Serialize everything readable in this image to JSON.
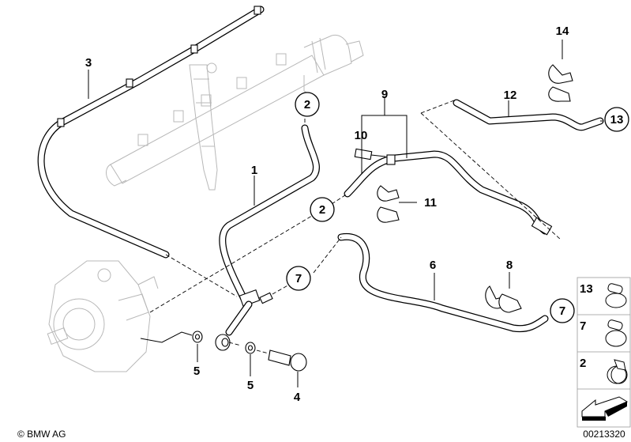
{
  "diagram": {
    "title": "Fuel / leak-off hose lines with high pressure pump and rail",
    "part_labels": [
      {
        "id": "p1",
        "text": "1"
      },
      {
        "id": "p3",
        "text": "3"
      },
      {
        "id": "p4",
        "text": "4"
      },
      {
        "id": "p5a",
        "text": "5"
      },
      {
        "id": "p5b",
        "text": "5"
      },
      {
        "id": "p6",
        "text": "6"
      },
      {
        "id": "p8",
        "text": "8"
      },
      {
        "id": "p9",
        "text": "9"
      },
      {
        "id": "p10",
        "text": "10"
      },
      {
        "id": "p11",
        "text": "11"
      },
      {
        "id": "p12",
        "text": "12"
      },
      {
        "id": "p14",
        "text": "14"
      }
    ],
    "circled_labels": [
      {
        "id": "c2a",
        "text": "2"
      },
      {
        "id": "c2b",
        "text": "2"
      },
      {
        "id": "c7a",
        "text": "7"
      },
      {
        "id": "c7b",
        "text": "7"
      },
      {
        "id": "c13",
        "text": "13"
      }
    ],
    "legend": {
      "items": [
        {
          "number": "13",
          "icon": "hose-clamp-screw-icon"
        },
        {
          "number": "7",
          "icon": "hose-clamp-screw-icon"
        },
        {
          "number": "2",
          "icon": "hose-clamp-spring-icon"
        }
      ],
      "direction_icon": "direction-arrow-icon"
    },
    "copyright": "© BMW AG",
    "drawing_number": "00213320"
  }
}
